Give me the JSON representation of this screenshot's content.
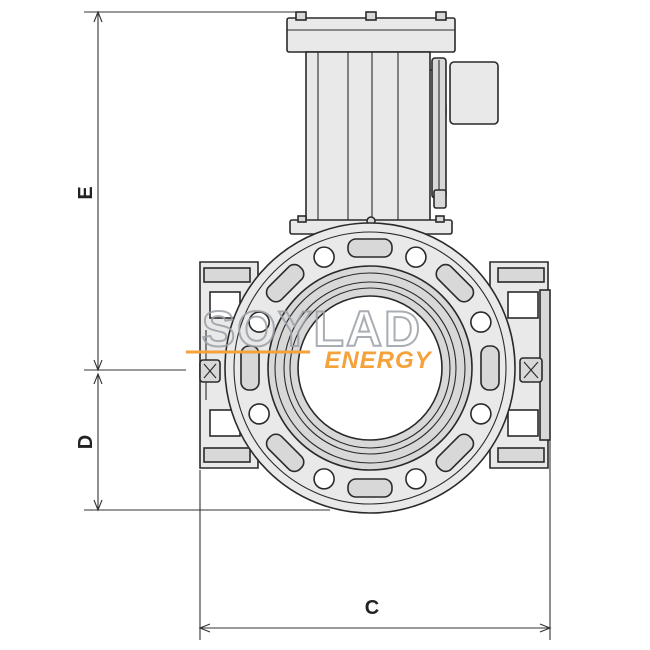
{
  "dimensions": {
    "e_label": "E",
    "d_label": "D",
    "c_label": "C"
  },
  "watermark": {
    "brand": "SOYLAD",
    "sub": "ENERGY",
    "brand_color": "#9aa0a6",
    "sub_color": "#f5a23a"
  }
}
